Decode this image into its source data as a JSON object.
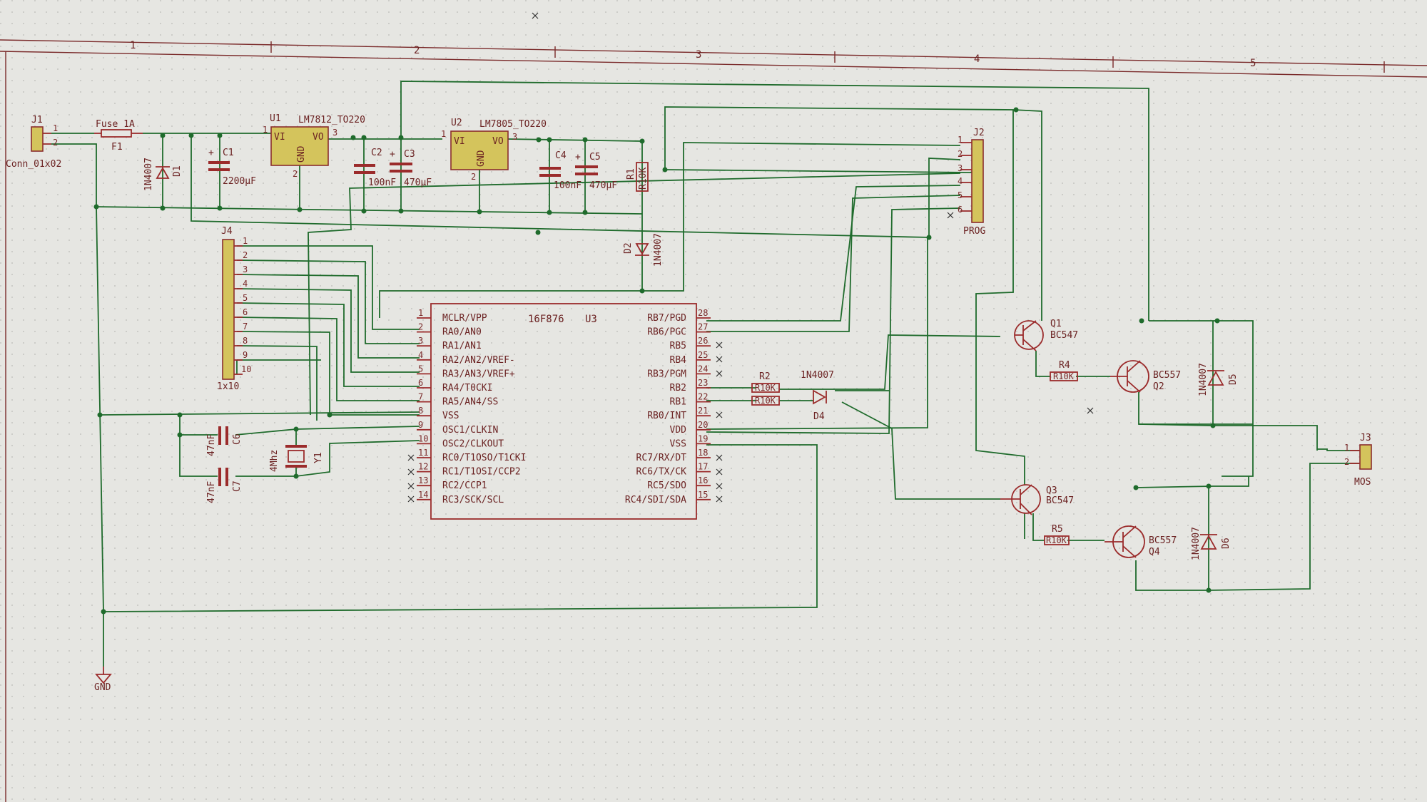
{
  "frame": {
    "columns": [
      "1",
      "2",
      "3",
      "4",
      "5"
    ]
  },
  "connectors": {
    "j1": {
      "ref": "J1",
      "value": "Conn_01x02",
      "pins": [
        "1",
        "2"
      ]
    },
    "j2": {
      "ref": "J2",
      "value": "PROG",
      "pins": [
        "1",
        "2",
        "3",
        "4",
        "5",
        "6"
      ]
    },
    "j3": {
      "ref": "J3",
      "value": "MOS",
      "pins": [
        "1",
        "2"
      ]
    },
    "j4": {
      "ref": "J4",
      "value": "1x10",
      "pins": [
        "1",
        "2",
        "3",
        "4",
        "5",
        "6",
        "7",
        "8",
        "9",
        "10"
      ]
    }
  },
  "fuse": {
    "ref": "F1",
    "value": "Fuse 1A"
  },
  "diodes": {
    "d1": {
      "ref": "D1",
      "value": "1N4007"
    },
    "d2": {
      "ref": "D2",
      "value": "1N4007"
    },
    "d4": {
      "ref": "D4",
      "value": "1N4007"
    },
    "d5": {
      "ref": "D5",
      "value": "1N4007"
    },
    "d6": {
      "ref": "D6",
      "value": "1N4007"
    }
  },
  "capacitors": {
    "c1": {
      "ref": "C1",
      "value": "2200µF",
      "polar": "+"
    },
    "c2": {
      "ref": "C2",
      "value": "100nF"
    },
    "c3": {
      "ref": "C3",
      "value": "470µF",
      "polar": "+"
    },
    "c4": {
      "ref": "C4",
      "value": "100nF"
    },
    "c5": {
      "ref": "C5",
      "value": "470µF",
      "polar": "+"
    },
    "c6": {
      "ref": "C6",
      "value": "47nF"
    },
    "c7": {
      "ref": "C7",
      "value": "47nF"
    }
  },
  "regulators": {
    "u1": {
      "ref": "U1",
      "value": "LM7812_TO220",
      "vi": "VI",
      "vo": "VO",
      "gnd": "GND",
      "pin_in": "1",
      "pin_gnd": "2",
      "pin_out": "3"
    },
    "u2": {
      "ref": "U2",
      "value": "LM7805_TO220",
      "vi": "VI",
      "vo": "VO",
      "gnd": "GND",
      "pin_in": "1",
      "pin_gnd": "2",
      "pin_out": "3"
    }
  },
  "resistors": {
    "r1": {
      "ref": "R1",
      "value": "R10K"
    },
    "r2": {
      "ref": "R2",
      "value": "R10K"
    },
    "r3": {
      "value": "R10K"
    },
    "r4": {
      "ref": "R4",
      "value": "R10K"
    },
    "r5": {
      "ref": "R5",
      "value": "R10K"
    }
  },
  "crystal": {
    "ref": "Y1",
    "value": "4Mhz"
  },
  "transistors": {
    "q1": {
      "ref": "Q1",
      "value": "BC547"
    },
    "q2": {
      "ref": "Q2",
      "value": "BC557"
    },
    "q3": {
      "ref": "Q3",
      "value": "BC547"
    },
    "q4": {
      "ref": "Q4",
      "value": "BC557"
    }
  },
  "mcu": {
    "name": "16F876",
    "ref": "U3",
    "left_pins": [
      {
        "num": "1",
        "name": "MCLR/VPP"
      },
      {
        "num": "2",
        "name": "RA0/AN0"
      },
      {
        "num": "3",
        "name": "RA1/AN1"
      },
      {
        "num": "4",
        "name": "RA2/AN2/VREF-"
      },
      {
        "num": "5",
        "name": "RA3/AN3/VREF+"
      },
      {
        "num": "6",
        "name": "RA4/T0CKI"
      },
      {
        "num": "7",
        "name": "RA5/AN4/SS"
      },
      {
        "num": "8",
        "name": "VSS"
      },
      {
        "num": "9",
        "name": "OSC1/CLKIN"
      },
      {
        "num": "10",
        "name": "OSC2/CLKOUT"
      },
      {
        "num": "11",
        "name": "RC0/T1OSO/T1CKI"
      },
      {
        "num": "12",
        "name": "RC1/T1OSI/CCP2"
      },
      {
        "num": "13",
        "name": "RC2/CCP1"
      },
      {
        "num": "14",
        "name": "RC3/SCK/SCL"
      }
    ],
    "right_pins": [
      {
        "num": "28",
        "name": "RB7/PGD"
      },
      {
        "num": "27",
        "name": "RB6/PGC"
      },
      {
        "num": "26",
        "name": "RB5"
      },
      {
        "num": "25",
        "name": "RB4"
      },
      {
        "num": "24",
        "name": "RB3/PGM"
      },
      {
        "num": "23",
        "name": "RB2"
      },
      {
        "num": "22",
        "name": "RB1"
      },
      {
        "num": "21",
        "name": "RB0/INT"
      },
      {
        "num": "20",
        "name": "VDD"
      },
      {
        "num": "19",
        "name": "VSS"
      },
      {
        "num": "18",
        "name": "RC7/RX/DT"
      },
      {
        "num": "17",
        "name": "RC6/TX/CK"
      },
      {
        "num": "16",
        "name": "RC5/SDO"
      },
      {
        "num": "15",
        "name": "RC4/SDI/SDA"
      }
    ]
  },
  "gnd_symbol": {
    "label": "GND"
  },
  "colors": {
    "wire": "#1f6b2c",
    "part": "#9b2b2b",
    "body_fill": "#d4c45c",
    "background": "#e6e6e2"
  }
}
